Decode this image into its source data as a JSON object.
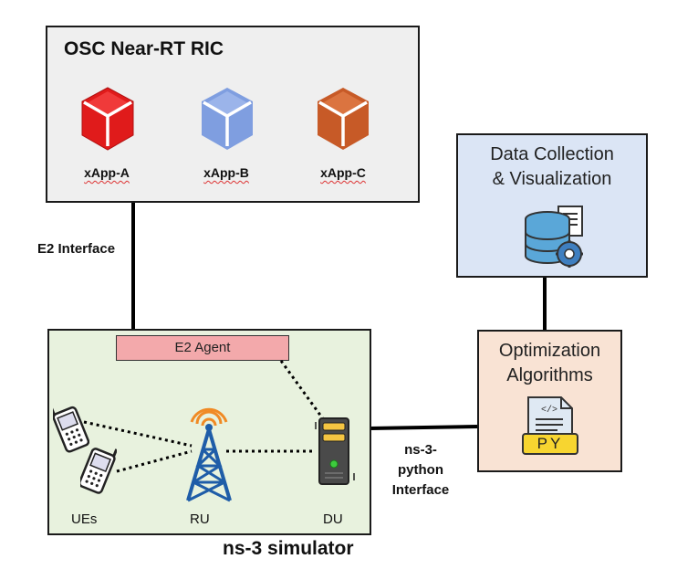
{
  "ric": {
    "title": "OSC Near-RT RIC",
    "xapps": [
      {
        "label": "xApp-A",
        "color": "#e01b1b"
      },
      {
        "label": "xApp-B",
        "color": "#7f9ee0"
      },
      {
        "label": "xApp-C",
        "color": "#c75a27"
      }
    ]
  },
  "links": {
    "e2_interface": "E2 Interface",
    "ns3_python_lines": [
      "ns-3-",
      "python",
      "Interface"
    ]
  },
  "simulator": {
    "name": "ns-3 simulator",
    "e2_agent": "E2 Agent",
    "ues": "UEs",
    "ru": "RU",
    "du": "DU"
  },
  "data_collection": {
    "title_lines": [
      "Data Collection",
      "& Visualization"
    ]
  },
  "optimization": {
    "title_lines": [
      "Optimization",
      "Algorithms"
    ],
    "py_badge": "PY"
  },
  "icons": [
    "cube-icon",
    "database-gear-icon",
    "python-file-icon",
    "mobile-phone-icon",
    "radio-tower-icon",
    "server-icon"
  ]
}
